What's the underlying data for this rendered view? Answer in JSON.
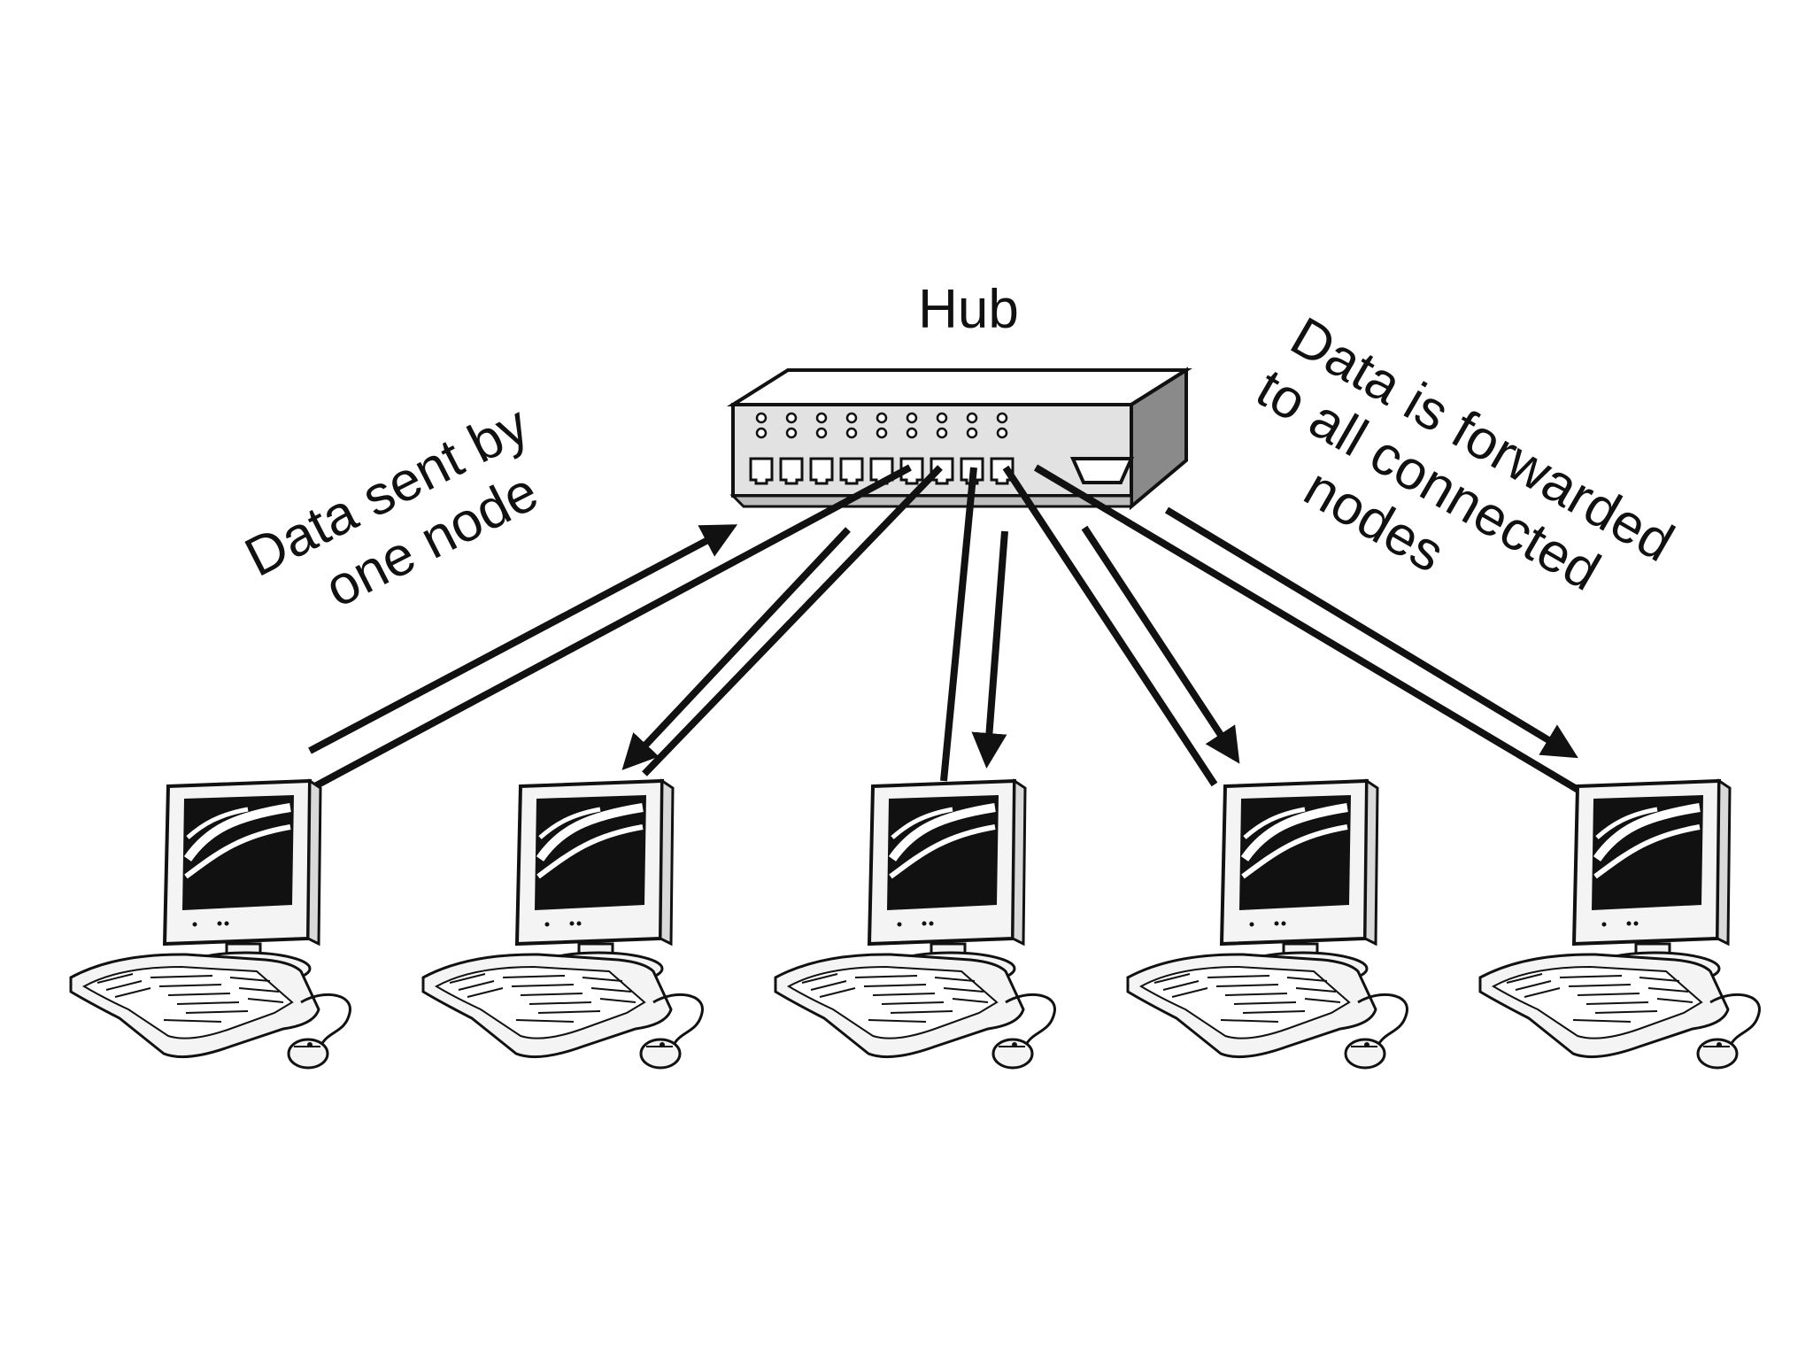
{
  "hub": {
    "label": "Hub",
    "port_count": 9,
    "uplink_port": true
  },
  "annotations": {
    "sent": {
      "lines": [
        "Data sent by",
        "one node"
      ]
    },
    "forwarded": {
      "lines": [
        "Data is forwarded",
        "to all connected",
        "nodes"
      ]
    }
  },
  "nodes": [
    {
      "id": "node-1",
      "role": "sender"
    },
    {
      "id": "node-2",
      "role": "receiver"
    },
    {
      "id": "node-3",
      "role": "receiver"
    },
    {
      "id": "node-4",
      "role": "receiver"
    },
    {
      "id": "node-5",
      "role": "receiver"
    }
  ],
  "icons": {
    "hub": "network-hub-icon",
    "computer": "desktop-computer-icon"
  },
  "colors": {
    "line": "#111111",
    "background": "#ffffff",
    "hub_face": "#e2e2e2",
    "hub_side": "#8a8a8a",
    "screen": "#111111"
  }
}
